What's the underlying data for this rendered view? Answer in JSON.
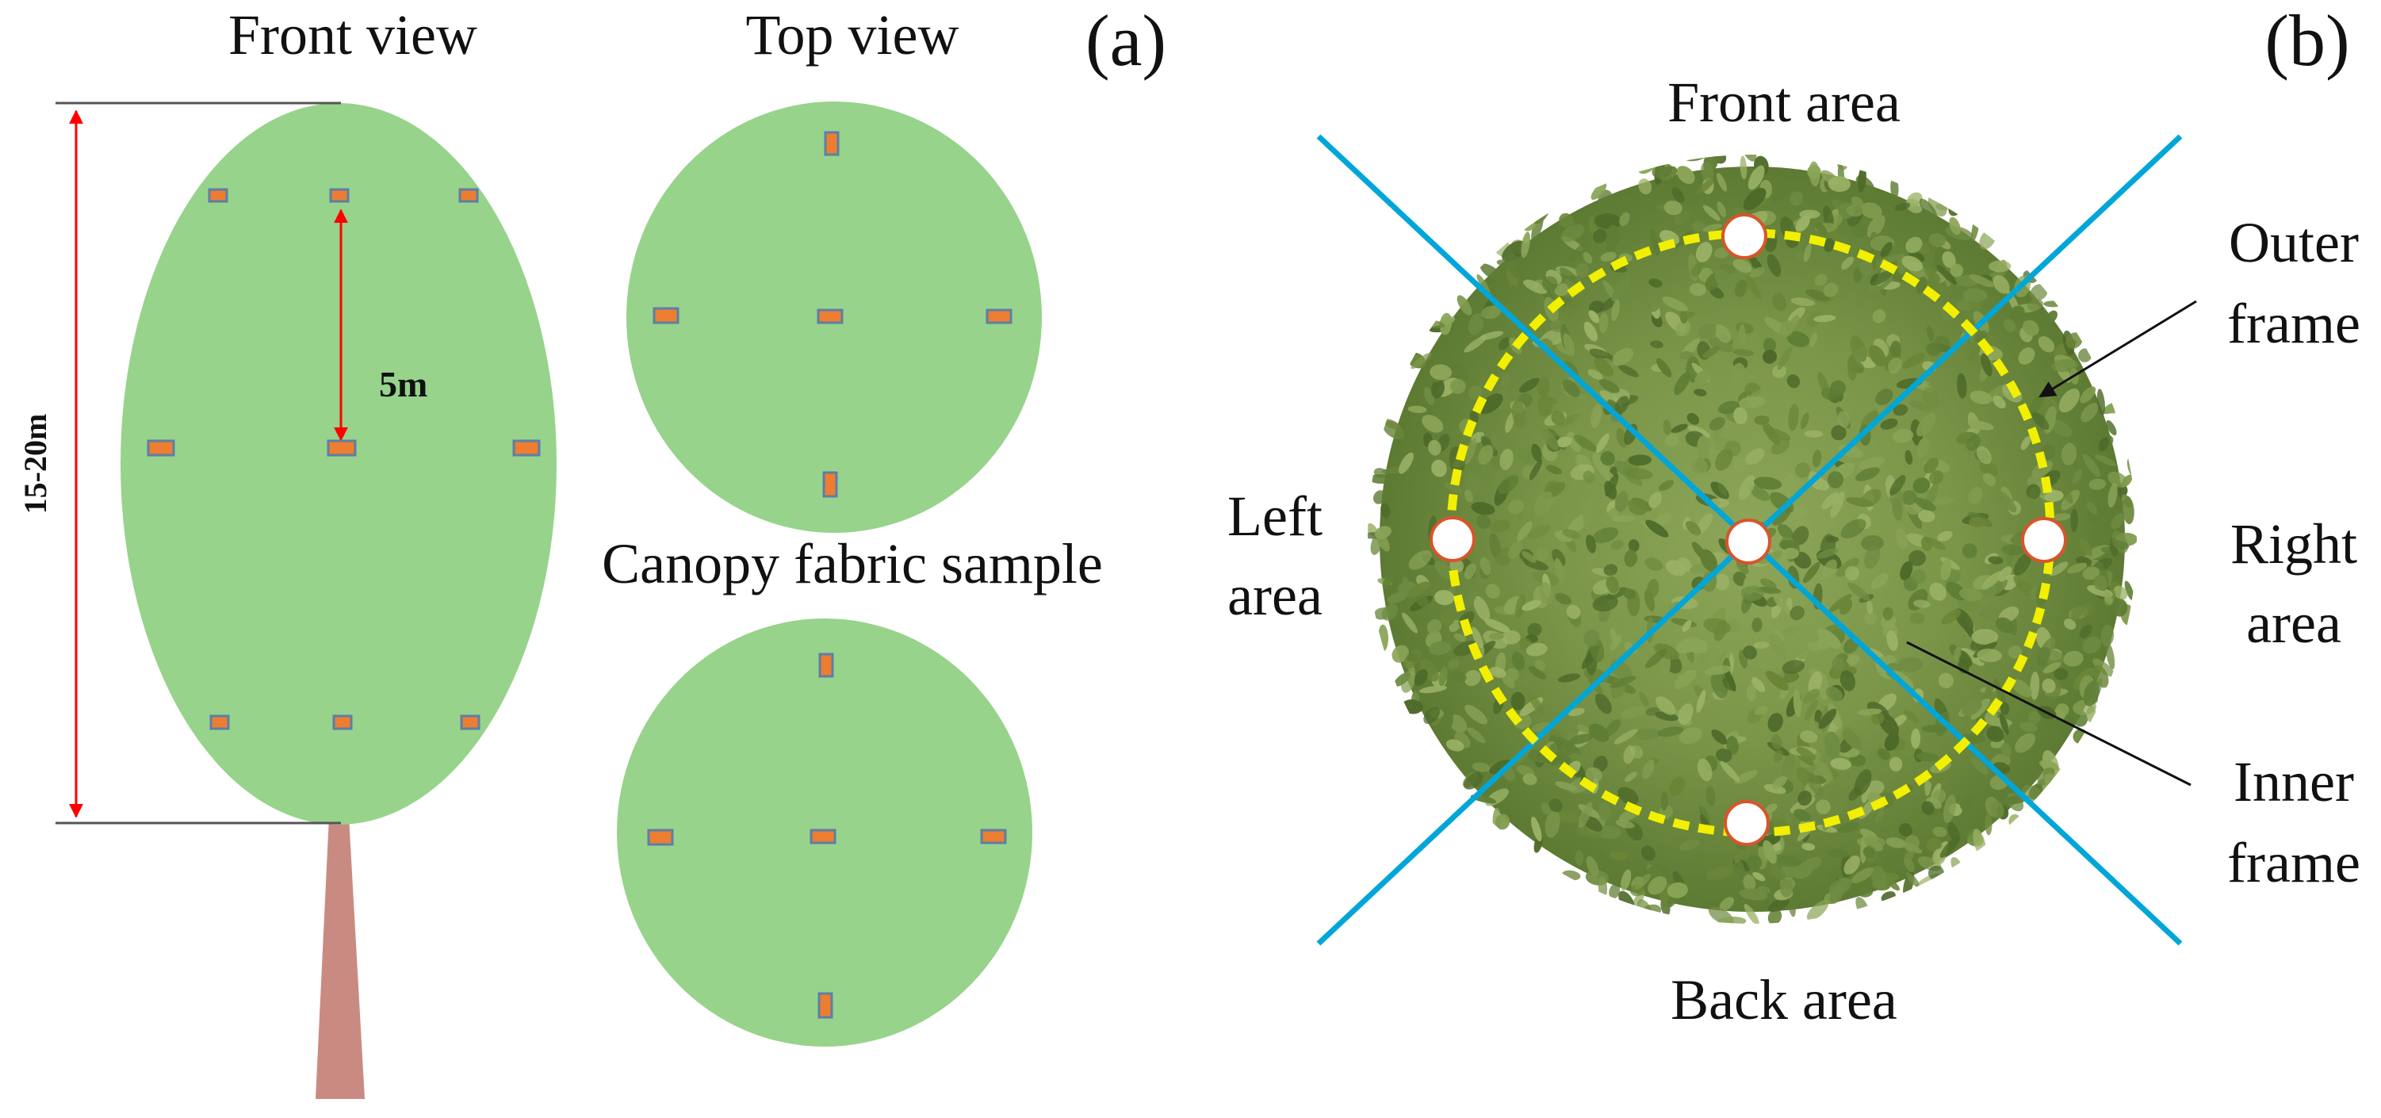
{
  "panel_a": {
    "label": "(a)",
    "front_view_title": "Front view",
    "top_view_title": "Top view",
    "canopy_sample_title": "Canopy fabric sample",
    "height_label": "15-20m",
    "spacing_label": "5m"
  },
  "panel_b": {
    "label": "(b)",
    "front_area": "Front area",
    "back_area": "Back area",
    "left_area": [
      "Left",
      "area"
    ],
    "right_area": [
      "Right",
      "area"
    ],
    "outer_frame": [
      "Outer",
      "frame"
    ],
    "inner_frame": [
      "Inner",
      "frame"
    ]
  },
  "colors": {
    "canopy_fill": "#97d38b",
    "sample_fill": "#ed7d31",
    "sample_stroke": "#5b7fa8",
    "trunk": "#c98a82",
    "measure_line": "#ff0000",
    "divider_line": "#00a6d8",
    "frame_circle": "#f2f000",
    "tree_leaf_dark": "#4e6a2a",
    "tree_leaf_light": "#8aa457",
    "sample_point_stroke": "#d9542b"
  }
}
